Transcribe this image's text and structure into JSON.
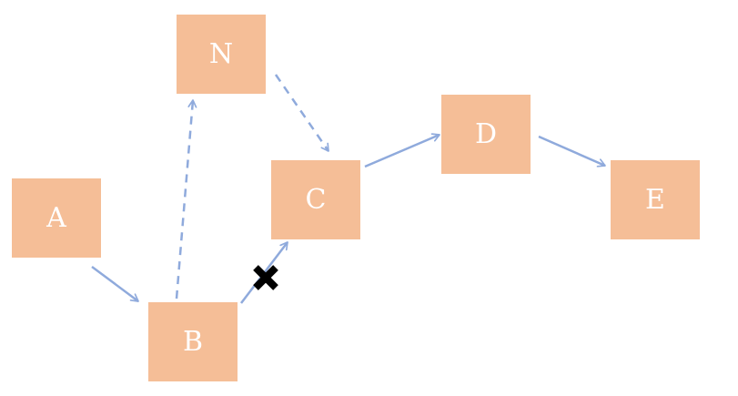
{
  "colors": {
    "node_fill": "#F5BE97",
    "node_text": "#FFFFFF",
    "edge": "#8FAADC",
    "blocked_marker": "#000000"
  },
  "nodes": {
    "a": {
      "label": "A"
    },
    "b": {
      "label": "B"
    },
    "n": {
      "label": "N"
    },
    "c": {
      "label": "C"
    },
    "d": {
      "label": "D"
    },
    "e": {
      "label": "E"
    }
  },
  "edges": [
    {
      "from": "A",
      "to": "B",
      "style": "solid"
    },
    {
      "from": "B",
      "to": "N",
      "style": "dashed"
    },
    {
      "from": "N",
      "to": "C",
      "style": "dashed"
    },
    {
      "from": "B",
      "to": "C",
      "style": "solid",
      "blocked": true
    },
    {
      "from": "C",
      "to": "D",
      "style": "solid"
    },
    {
      "from": "D",
      "to": "E",
      "style": "solid"
    }
  ],
  "blocked_marker_icon": "cross-mark-icon"
}
